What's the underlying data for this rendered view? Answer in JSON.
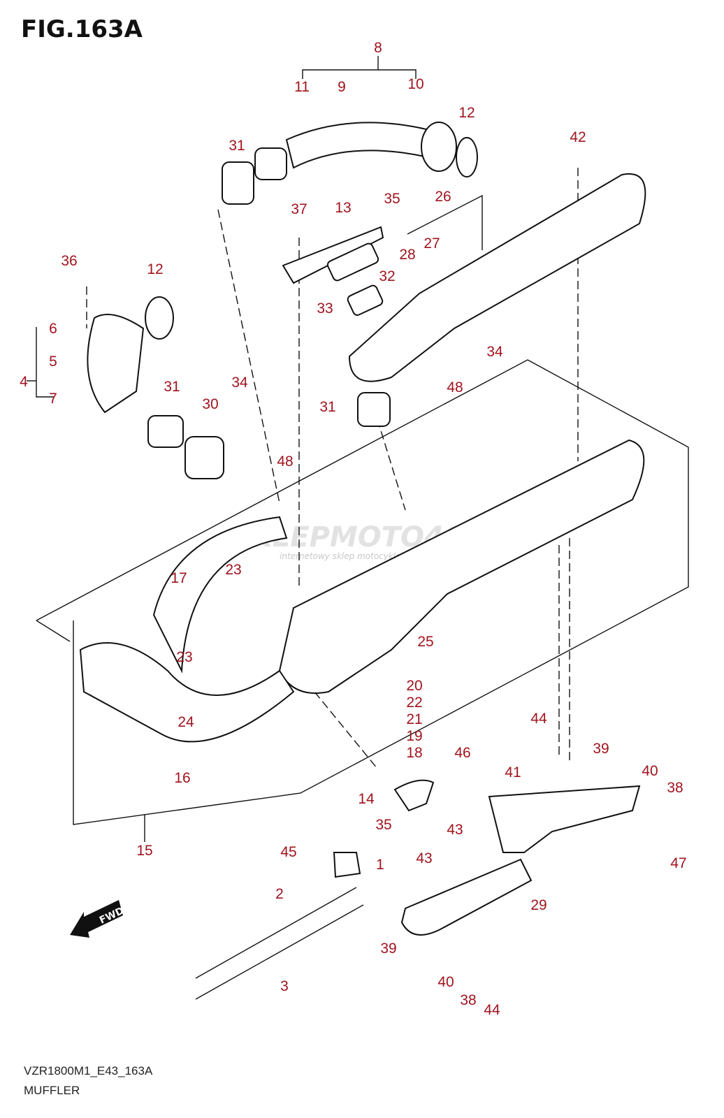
{
  "figure": {
    "title": "FIG.163A",
    "code": "VZR1800M1_E43_163A",
    "name": "MUFFLER"
  },
  "watermark": {
    "text": "SKLEPMOTO46.PL",
    "subtext": "internetowy sklep motocyklowy"
  },
  "fwd_label": "FWD",
  "callouts": [
    "8",
    "11",
    "9",
    "10",
    "12",
    "31",
    "35",
    "42",
    "26",
    "37",
    "13",
    "28",
    "27",
    "32",
    "36",
    "12",
    "33",
    "6",
    "5",
    "4",
    "7",
    "34",
    "31",
    "34",
    "48",
    "31",
    "30",
    "48",
    "23",
    "17",
    "25",
    "23",
    "20",
    "22",
    "21",
    "19",
    "24",
    "18",
    "44",
    "46",
    "39",
    "16",
    "41",
    "40",
    "38",
    "14",
    "43",
    "35",
    "47",
    "15",
    "45",
    "1",
    "43",
    "2",
    "29",
    "39",
    "40",
    "3",
    "38",
    "44"
  ],
  "colors": {
    "callout": "#a0141e",
    "lines": "#111111"
  }
}
